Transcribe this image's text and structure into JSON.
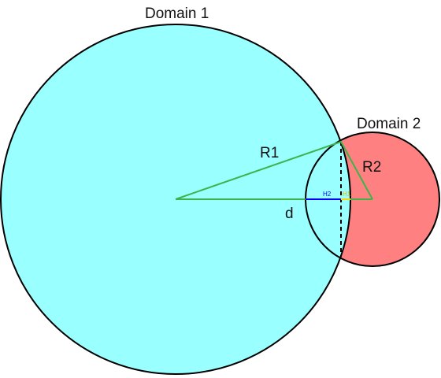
{
  "labels": {
    "domain1": "Domain 1",
    "domain2": "Domain 2",
    "r1": "R1",
    "r2": "R2",
    "d": "d",
    "h2": "H2",
    "h1": "H1"
  },
  "colors": {
    "domain1_fill": "#99ffff",
    "domain2_fill": "#ff8080",
    "outline": "#000000",
    "triangle": "#3cb44b",
    "h2_segment": "#0000ff",
    "h1_segment": "#ffd700"
  }
}
